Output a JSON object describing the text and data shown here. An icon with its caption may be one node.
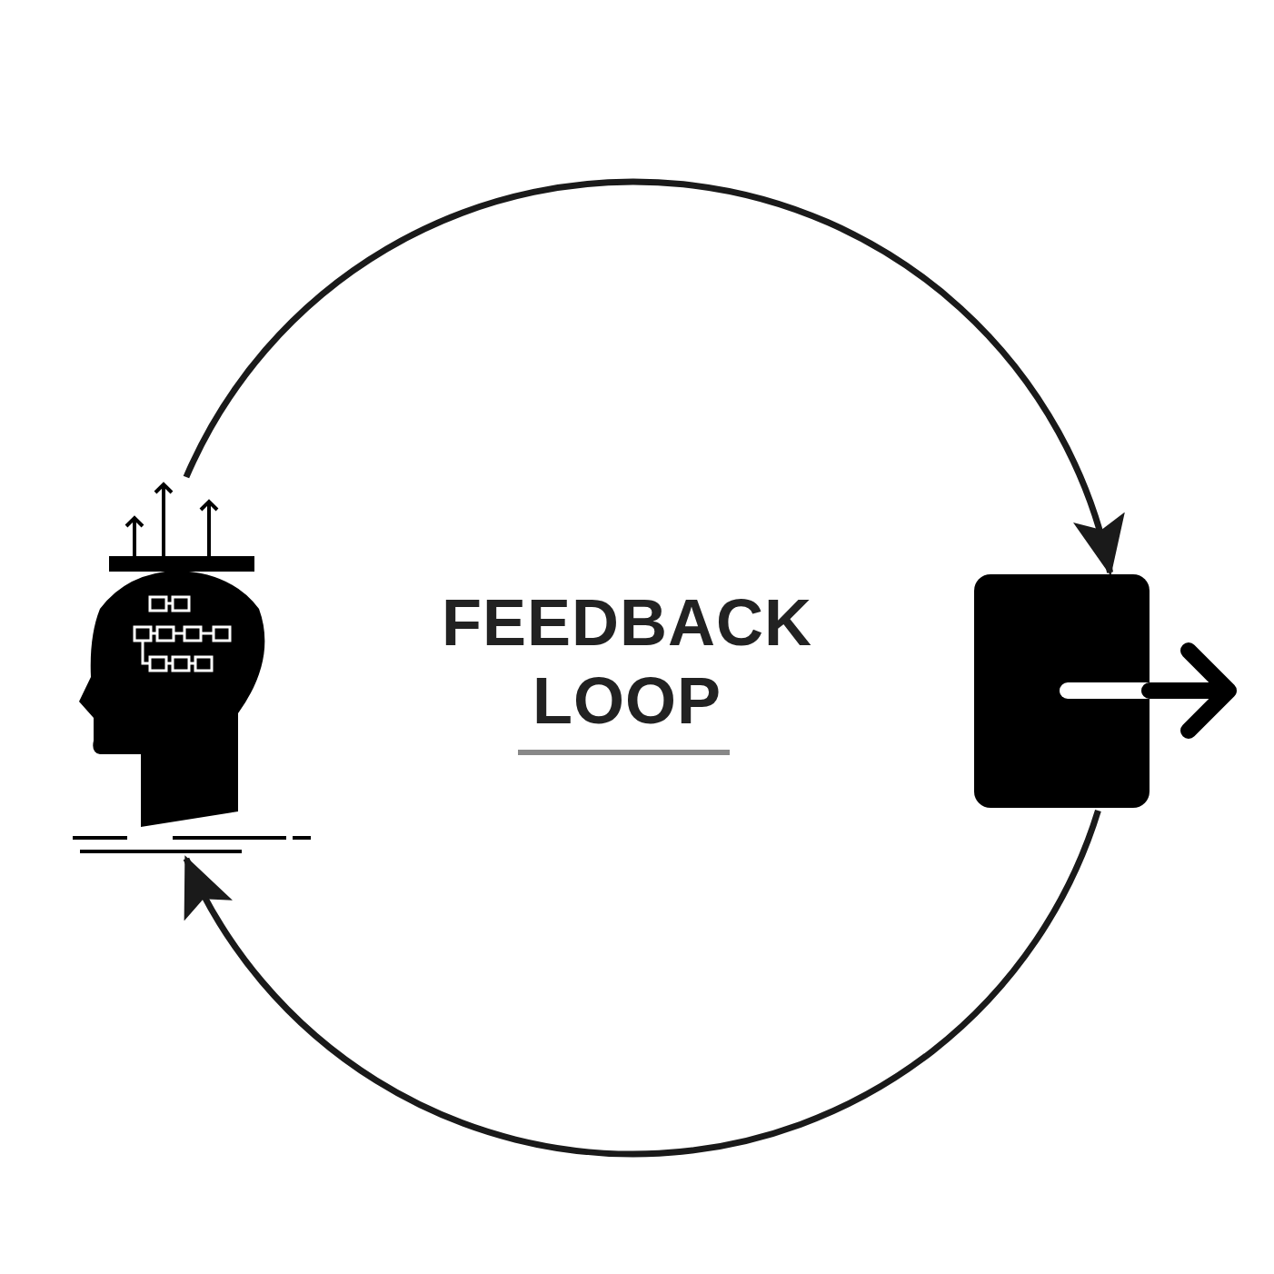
{
  "diagram": {
    "title": "FEEDBACK LOOP",
    "nodes": [
      {
        "text": [],
        "shape": "person"
      },
      {
        "text": [],
        "shape": "box"
      }
    ],
    "edges": [
      {
        "from": 0,
        "to": 1,
        "arrow": "to"
      },
      {
        "from": 1,
        "to": 0,
        "arrow": "to"
      }
    ]
  }
}
